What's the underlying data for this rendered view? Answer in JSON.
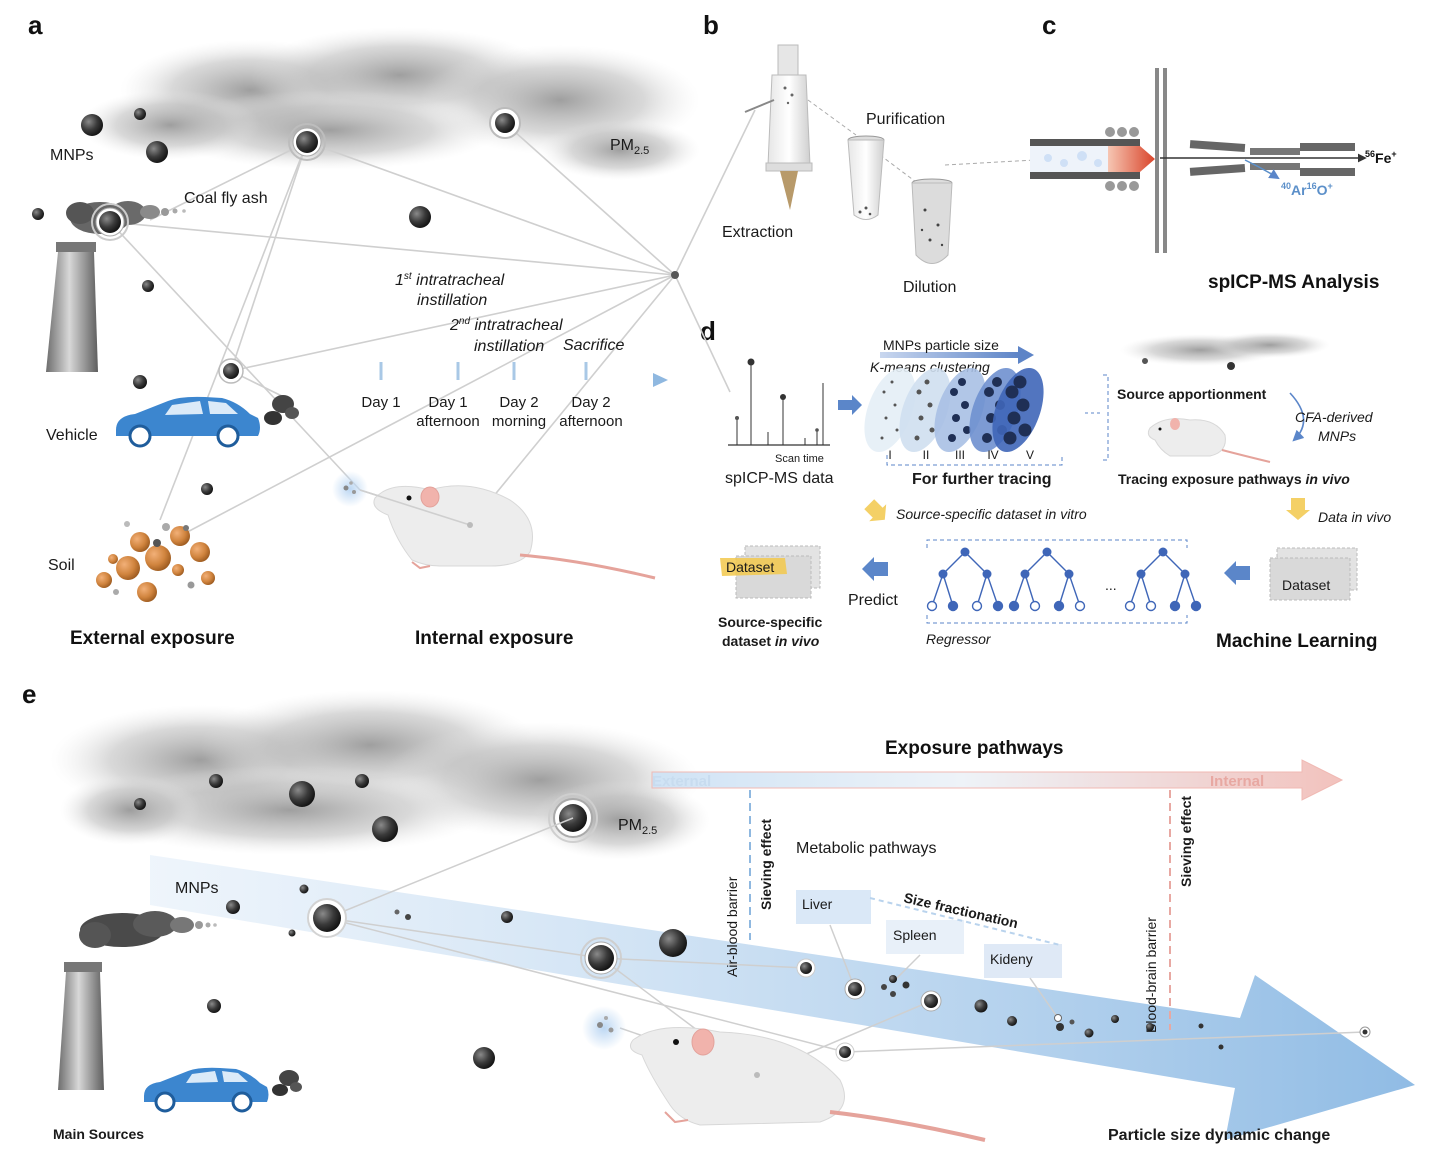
{
  "panels": {
    "a": "a",
    "b": "b",
    "c": "c",
    "d": "d",
    "e": "e"
  },
  "panel_a": {
    "mnps": "MNPs",
    "pm": "PM",
    "pm_sub": "2.5",
    "coal_fly_ash": "Coal fly ash",
    "vehicle": "Vehicle",
    "soil": "Soil",
    "external_exposure": "External exposure",
    "internal_exposure": "Internal exposure",
    "first_sup": "st",
    "first_num": "1",
    "first_text": " intratracheal",
    "first_line2": "instillation",
    "second_num": "2",
    "second_sup": "nd",
    "second_text": " intratracheal",
    "second_line2": "instillation",
    "sacrifice": "Sacrifice",
    "timeline": [
      {
        "line1": "Day 1",
        "line2": ""
      },
      {
        "line1": "Day 1",
        "line2": "afternoon"
      },
      {
        "line1": "Day 2",
        "line2": "morning"
      },
      {
        "line1": "Day 2",
        "line2": "afternoon"
      }
    ]
  },
  "panel_b": {
    "extraction": "Extraction",
    "purification": "Purification",
    "dilution": "Dilution"
  },
  "panel_c": {
    "fe_sup": "56",
    "fe": "Fe",
    "fe_plus": "+",
    "ar_sup": "40",
    "ar": "Ar",
    "o_sup": "16",
    "o": "O",
    "o_plus": "+",
    "title": "spICP-MS Analysis"
  },
  "panel_d": {
    "scan_time": "Scan time",
    "spicp_data": "spICP-MS data",
    "particle_size": "MNPs particle size",
    "kmeans": "K-means clustering",
    "clusters": [
      "I",
      "II",
      "III",
      "IV",
      "V"
    ],
    "further_tracing": "For further tracing",
    "source_apportionment": "Source apportionment",
    "cfa_line1": "CFA-derived",
    "cfa_line2": "MNPs",
    "tracing_prefix": "Tracing exposure pathways ",
    "tracing_italic": "in vivo",
    "source_dataset_in_vitro": "Source-specific dataset in vitro",
    "data_in_vivo": "Data in vivo",
    "dataset_left": "Dataset",
    "dataset_right": "Dataset",
    "predict": "Predict",
    "ellipsis": "...",
    "regressor": "Regressor",
    "ssd_line1": "Source-specific",
    "ssd_line2_prefix": "dataset ",
    "ssd_line2_italic": "in vivo",
    "machine_learning": "Machine Learning"
  },
  "panel_e": {
    "exposure_pathways": "Exposure pathways",
    "external": "External",
    "internal": "Internal",
    "pm": "PM",
    "pm_sub": "2.5",
    "mnps": "MNPs",
    "sieving_left": "Sieving effect",
    "air_blood": "Air-blood barrier",
    "metabolic": "Metabolic pathways",
    "liver": "Liver",
    "spleen": "Spleen",
    "kidney": "Kideny",
    "size_fractionation": "Size fractionation",
    "blood_brain": "Blood-brain barrier",
    "sieving_right": "Sieving effect",
    "main_sources": "Main Sources",
    "particle_size_change": "Particle size dynamic change"
  },
  "colors": {
    "timeline_blue": "#a9c8e6",
    "cluster_blue": "#3f66b8",
    "dashed_blue": "#5b86c9",
    "soil_orange": "#d0843e",
    "car_blue": "#3c86cf",
    "ar_blue": "#5b8fc9",
    "internal_pink": "#e8a8a2",
    "dataset_yellow": "#f2c84b"
  }
}
